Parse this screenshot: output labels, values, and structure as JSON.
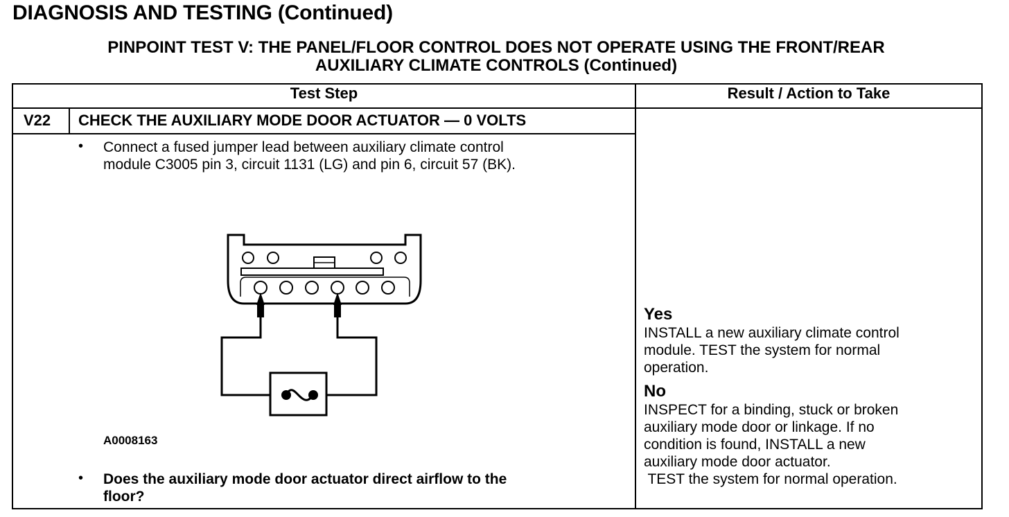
{
  "page": {
    "title": "DIAGNOSIS AND TESTING (Continued)",
    "subtitle_line1": "PINPOINT TEST  V: THE PANEL/FLOOR CONTROL DOES NOT OPERATE USING THE FRONT/REAR",
    "subtitle_line2": "AUXILIARY CLIMATE CONTROLS (Continued)"
  },
  "table": {
    "col_test_step": "Test Step",
    "col_result": "Result / Action to Take",
    "step": {
      "id": "V22",
      "title": "CHECK THE AUXILIARY MODE DOOR ACTUATOR — 0 VOLTS",
      "bullet_symbol": "•",
      "instruction_lines": [
        "Connect a fused jumper lead between auxiliary climate control",
        "module C3005 pin 3, circuit 1131 (LG) and pin 6, circuit 57 (BK)."
      ],
      "figure_id": "A0008163",
      "question_lines": [
        "Does the auxiliary mode door actuator direct airflow to the",
        "floor?"
      ]
    },
    "results": {
      "yes_label": "Yes",
      "yes_lines": [
        "INSTALL a new auxiliary climate control",
        "module. TEST the system for normal",
        "operation."
      ],
      "no_label": "No",
      "no_lines": [
        "INSPECT for a binding, stuck or broken",
        "auxiliary mode door or linkage. If no",
        "condition is found, INSTALL a new",
        "auxiliary mode door actuator.",
        " TEST the system for normal operation."
      ]
    }
  }
}
